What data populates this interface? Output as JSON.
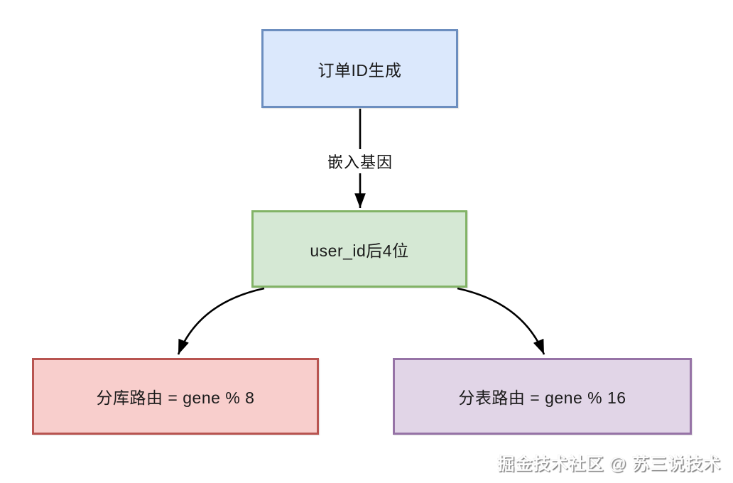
{
  "diagram": {
    "type": "flowchart",
    "nodes": {
      "order_id": {
        "label": "订单ID生成",
        "fill": "#dbe8fc",
        "border": "#6c8ebf"
      },
      "user_id_suffix": {
        "label": "user_id后4位",
        "fill": "#d5e8d4",
        "border": "#82b366"
      },
      "db_route": {
        "label": "分库路由 = gene % 8",
        "fill": "#f8cecc",
        "border": "#b85450"
      },
      "table_route": {
        "label": "分表路由 = gene % 16",
        "fill": "#e1d5e7",
        "border": "#9673a6"
      }
    },
    "edges": {
      "embed_gene": {
        "from": "order_id",
        "to": "user_id_suffix",
        "label": "嵌入基因"
      },
      "to_db_route": {
        "from": "user_id_suffix",
        "to": "db_route",
        "label": ""
      },
      "to_table_route": {
        "from": "user_id_suffix",
        "to": "table_route",
        "label": ""
      }
    },
    "arrow_color": "#000000",
    "watermark": "掘金技术社区 @ 苏三说技术"
  }
}
